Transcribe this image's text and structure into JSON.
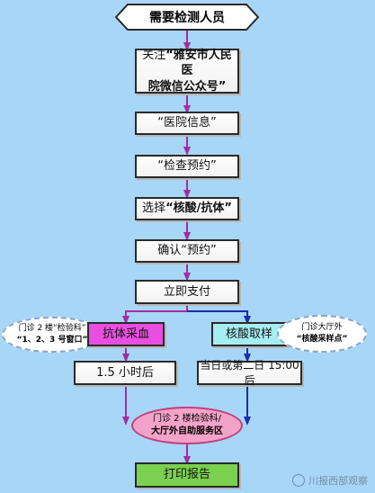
{
  "diagram": {
    "nodes": {
      "start": "需要检测人员",
      "follow_prefix": "关注",
      "follow_line1": "“雅安市人民医",
      "follow_line2": "院微信公众号”",
      "hospital_info": "“医院信息”",
      "check_appointment": "“检查预约”",
      "select_prefix": "选择",
      "select_item": "“核酸/抗体”",
      "confirm": "确认“预约”",
      "pay": "立即支付",
      "antibody": "抗体采血",
      "nucleic": "核酸取样",
      "time_antibody": "1.5 小时后",
      "time_nucleic": "当日或第二日 15:00 后",
      "self_service_line1": "门诊 2 楼检验科/",
      "self_service_line2": "大厅外自助服务区",
      "print": "打印报告"
    },
    "notes": {
      "left_line1": "门诊 2 楼“检验科”",
      "left_line2": "“1、2、3 号窗口”",
      "right_line1": "门诊大厅外",
      "right_line2": "“核酸采样点”"
    },
    "watermark": "川报西部观察",
    "colors": {
      "background": "#a8d6f7",
      "arrow_main": "#a030a0",
      "arrow_right": "#1a2fa8",
      "antibody_fill": "#e84fe0",
      "nucleic_fill": "#a6eef2",
      "oval_fill": "#f3a3c8",
      "print_fill": "#7bd04f"
    }
  }
}
